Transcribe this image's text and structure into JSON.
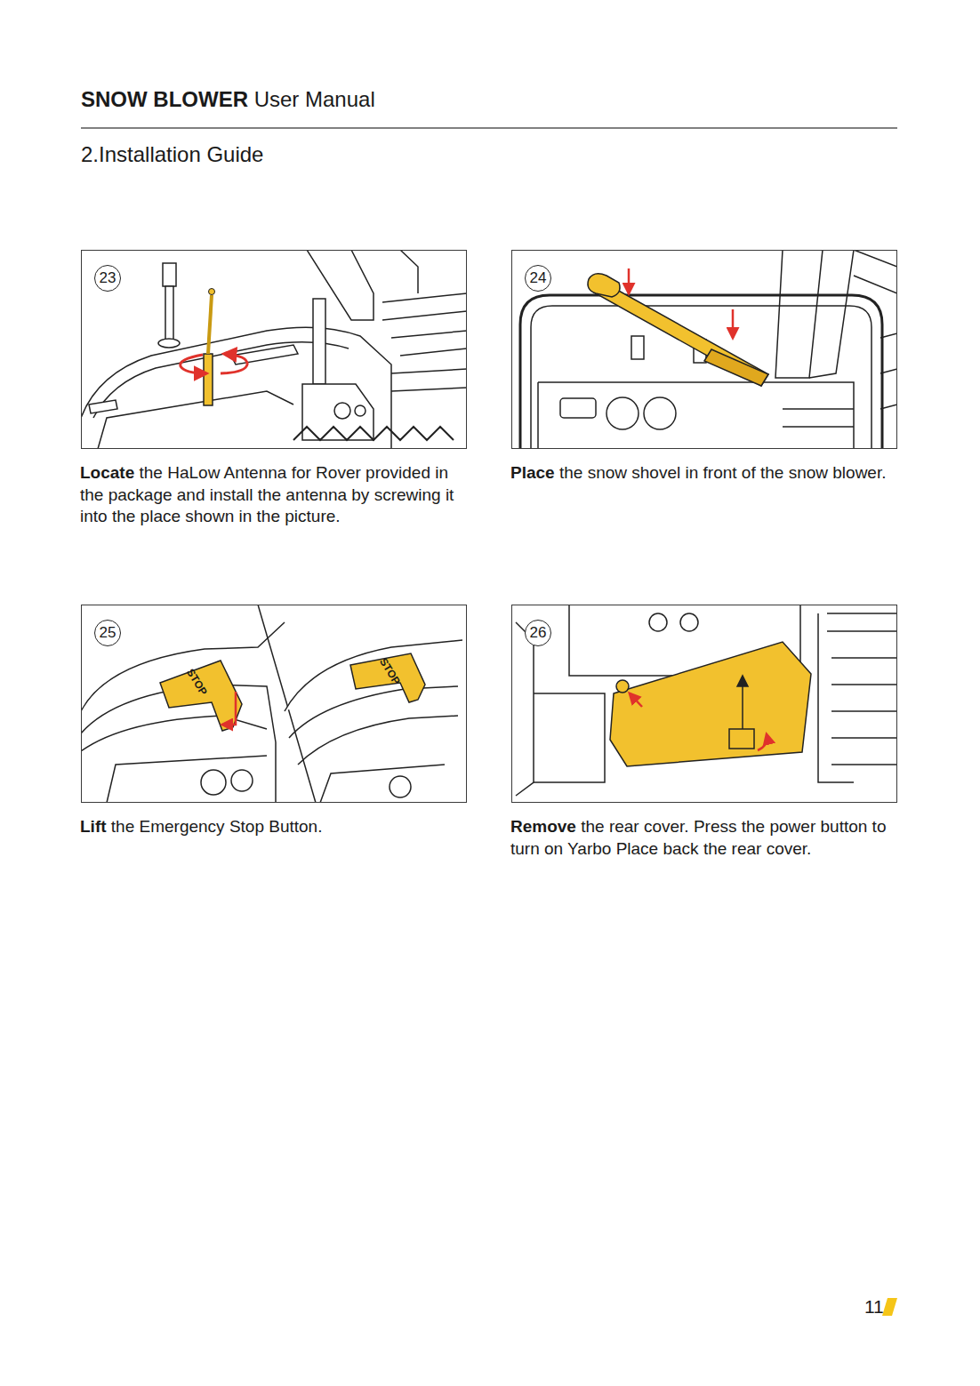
{
  "diagram": {
    "title": "SNOW BLOWER User Manual",
    "nodes": [
      {
        "text": [
          "23",
          "Locate the HaLow Antenna for Rover provided in the package and install the antenna by screwing it into the place shown in the picture."
        ]
      },
      {
        "text": [
          "24",
          "Place the snow shovel in front of the snow blower."
        ]
      },
      {
        "text": [
          "25",
          "Lift the Emergency Stop Button."
        ]
      },
      {
        "text": [
          "26",
          "Remove the rear cover. Press the power button to turn on Yarbo Place back the rear cover."
        ]
      }
    ],
    "labels": [
      "2.Installation Guide",
      "STOP",
      "STOP",
      "11"
    ]
  }
}
